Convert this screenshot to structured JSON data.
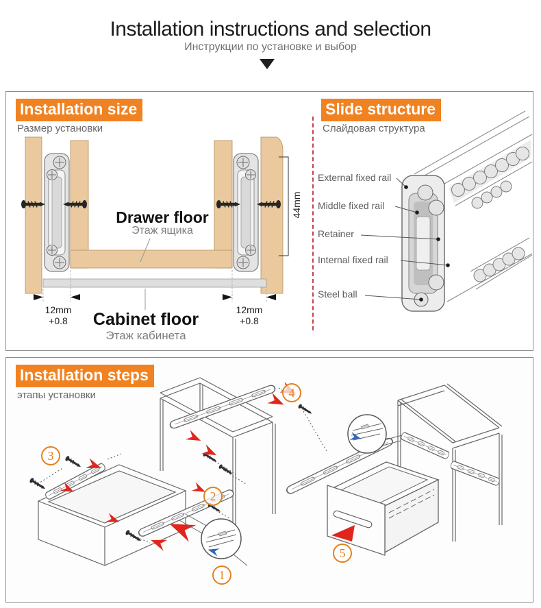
{
  "header": {
    "title": "Installation instructions and selection",
    "subtitle": "Инструкции по установке и выбор"
  },
  "installation_size": {
    "title": "Installation size",
    "subtitle": "Размер установки",
    "drawer_floor_label": "Drawer floor",
    "drawer_floor_sublabel": "Этаж ящика",
    "cabinet_floor_label": "Cabinet floor",
    "cabinet_floor_sublabel": "Этаж кабинета",
    "rail_height": "44mm",
    "left_clearance": {
      "line1": "12mm",
      "line2": "+0.8"
    },
    "right_clearance": {
      "line1": "12mm",
      "line2": "+0.8"
    }
  },
  "slide_structure": {
    "title": "Slide structure",
    "subtitle": "Слайдовая структура",
    "labels": {
      "external": "External fixed rail",
      "middle": "Middle fixed rail",
      "retainer": "Retainer",
      "internal": "Internal fixed rail",
      "steel_ball": "Steel ball"
    }
  },
  "installation_steps": {
    "title": "Installation steps",
    "subtitle": "этапы установки",
    "steps": {
      "s1": "1",
      "s2": "2",
      "s3": "3",
      "s4": "4",
      "s5": "5"
    }
  },
  "colors": {
    "accent_orange": "#F08221",
    "step_number_orange": "#E2801F",
    "wood": "#E9C99D",
    "red_arrow": "#E0261C",
    "blue_arrow": "#3468B8",
    "divider_red": "#C8414B"
  }
}
